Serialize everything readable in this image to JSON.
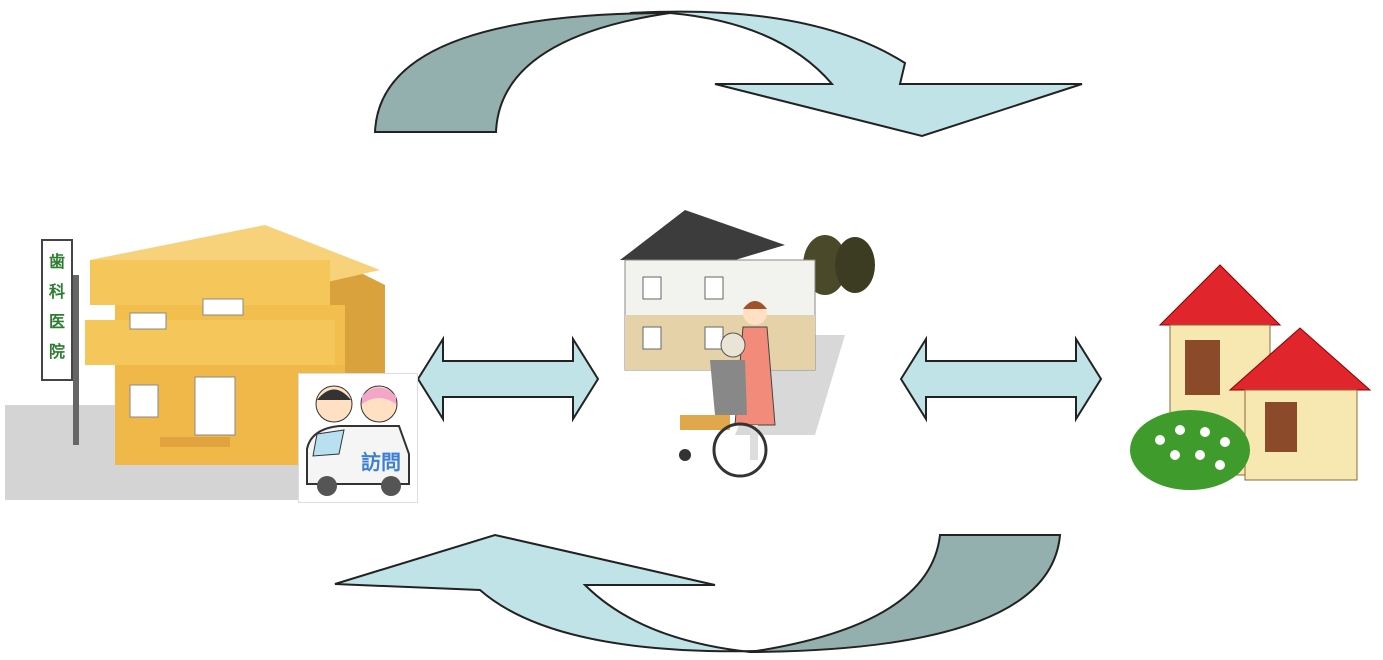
{
  "clinic": {
    "sign_chars": [
      "歯",
      "科",
      "医",
      "院"
    ]
  },
  "visit_van": {
    "label": "訪問"
  },
  "palette": {
    "arrow_light": "#bfe3e6",
    "arrow_dark": "#93b0ae",
    "building_main": "#f5c65a",
    "building_shadow": "#d9a23d",
    "roof_dark": "#3c3c3c",
    "home_roof": "#e0262c",
    "home_wall": "#f7e7b0",
    "bush": "#3f9b2c"
  },
  "icons": [
    "dental-clinic-icon",
    "home-visit-van-icon",
    "care-facility-icon",
    "private-home-icon",
    "bidirectional-arrow-icon",
    "cycle-arrow-icon"
  ]
}
